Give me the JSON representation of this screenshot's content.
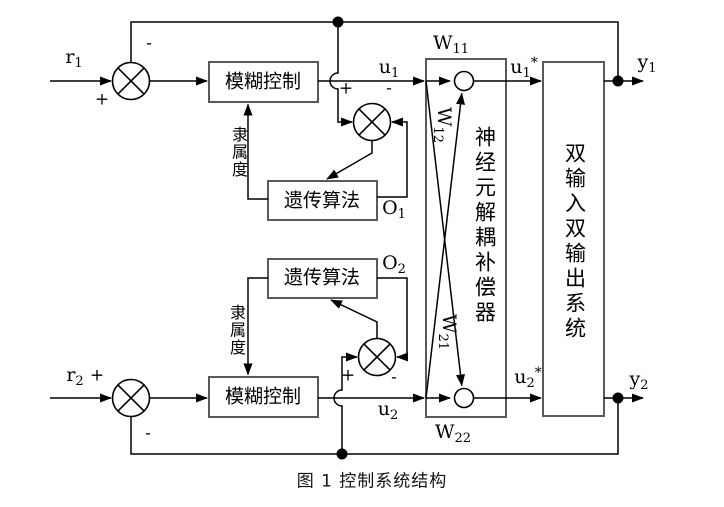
{
  "figure": {
    "caption": "图 1 控制系统结构"
  },
  "blocks": {
    "fuzzy_controller_1": "模糊控制",
    "fuzzy_controller_2": "模糊控制",
    "genetic_algorithm_1": "遗传算法",
    "genetic_algorithm_2": "遗传算法",
    "neural_decoupling_compensator": "神经元解耦补偿器",
    "two_input_two_output_system": "双输入双输出系统"
  },
  "wire_labels": {
    "membership_top": "隶属度",
    "membership_bottom": "隶属度",
    "r1": {
      "base": "r",
      "sub": "1"
    },
    "r2": {
      "base": "r",
      "sub": "2"
    },
    "u1": {
      "base": "u",
      "sub": "1"
    },
    "u2": {
      "base": "u",
      "sub": "2"
    },
    "u1_star": {
      "base": "u",
      "sub": "1",
      "sup": "*"
    },
    "u2_star": {
      "base": "u",
      "sub": "2",
      "sup": "*"
    },
    "y1": {
      "base": "y",
      "sub": "1"
    },
    "y2": {
      "base": "y",
      "sub": "2"
    },
    "o1": {
      "base": "O",
      "sub": "1"
    },
    "o2": {
      "base": "O",
      "sub": "2"
    },
    "w11": {
      "base": "W",
      "sub": "11"
    },
    "w12": {
      "base": "W",
      "sub": "12"
    },
    "w21": {
      "base": "W",
      "sub": "21"
    },
    "w22": {
      "base": "W",
      "sub": "22"
    }
  },
  "signs": {
    "plus": "+",
    "minus": "-"
  },
  "colors": {
    "wire": "#000000",
    "box_border": "#595959",
    "background": "#ffffff"
  }
}
